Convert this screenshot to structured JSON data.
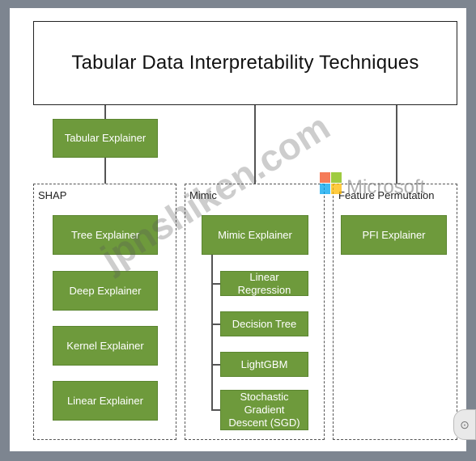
{
  "title": "Tabular Data Interpretability Techniques",
  "root_node": "Tabular Explainer",
  "groups": {
    "shap": {
      "label": "SHAP",
      "items": [
        "Tree Explainer",
        "Deep Explainer",
        "Kernel Explainer",
        "Linear Explainer"
      ]
    },
    "mimic": {
      "label": "Mimic",
      "head": "Mimic Explainer",
      "items": [
        "Linear Regression",
        "Decision Tree",
        "LightGBM",
        "Stochastic Gradient Descent (SGD)"
      ]
    },
    "pfi": {
      "label": "Feature Permutation",
      "items": [
        "PFI Explainer"
      ]
    }
  },
  "watermark": {
    "text": "jpnshiken.com",
    "brand": "Microsoft",
    "logo_colors": [
      "#f25022",
      "#7fba00",
      "#00a4ef",
      "#ffb900"
    ]
  },
  "colors": {
    "node_fill": "#6e9a3c",
    "node_text": "#ffffff",
    "background": "#7d8590"
  }
}
